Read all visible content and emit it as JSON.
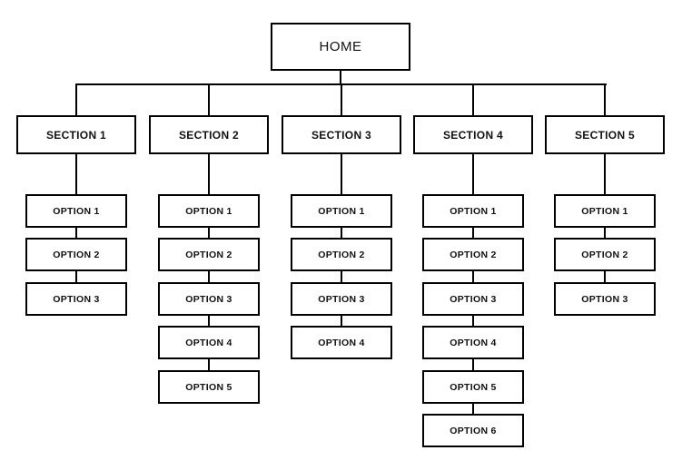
{
  "root": {
    "label": "HOME"
  },
  "columns": [
    {
      "label": "SECTION 1",
      "options": [
        "OPTION 1",
        "OPTION 2",
        "OPTION 3"
      ]
    },
    {
      "label": "SECTION 2",
      "options": [
        "OPTION 1",
        "OPTION 2",
        "OPTION 3",
        "OPTION 4",
        "OPTION 5"
      ]
    },
    {
      "label": "SECTION 3",
      "options": [
        "OPTION 1",
        "OPTION 2",
        "OPTION 3",
        "OPTION 4"
      ]
    },
    {
      "label": "SECTION 4",
      "options": [
        "OPTION 1",
        "OPTION 2",
        "OPTION 3",
        "OPTION 4",
        "OPTION 5",
        "OPTION 6"
      ]
    },
    {
      "label": "SECTION 5",
      "options": [
        "OPTION 1",
        "OPTION 2",
        "OPTION 3"
      ]
    }
  ],
  "colors": {
    "background": "#ffffff",
    "box_fill": "#ffffff",
    "box_border": "#000000",
    "line": "#000000",
    "text": "#111111"
  }
}
